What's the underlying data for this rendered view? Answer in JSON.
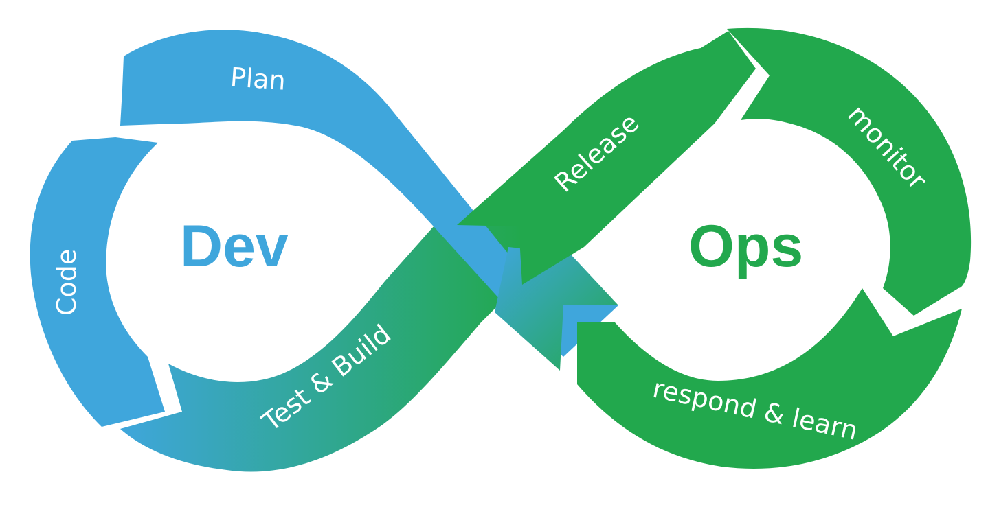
{
  "diagram": {
    "title": "DevOps infinity loop",
    "colors": {
      "dev": "#3fa6dc",
      "ops": "#22a84d",
      "background": "#ffffff"
    },
    "dev": {
      "label": "Dev",
      "stages": [
        {
          "label": "Plan"
        },
        {
          "label": "Code"
        },
        {
          "label": "Test & Build"
        }
      ]
    },
    "ops": {
      "label": "Ops",
      "stages": [
        {
          "label": "Release"
        },
        {
          "label": "monitor"
        },
        {
          "label": "respond & learn"
        }
      ]
    }
  }
}
